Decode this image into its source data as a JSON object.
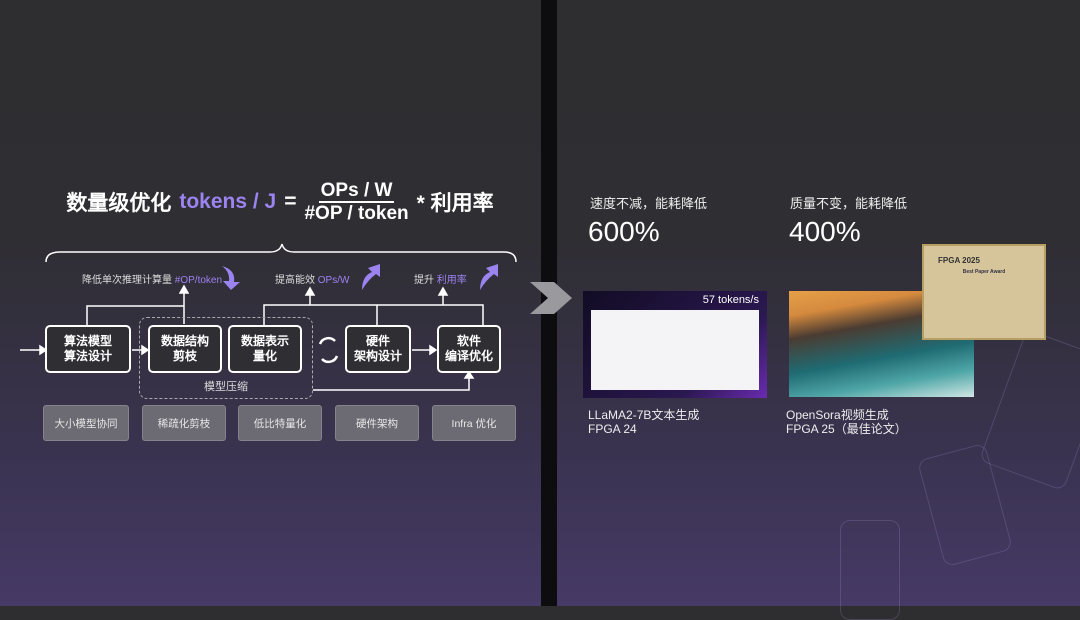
{
  "title": {
    "prefix": "数量级优化",
    "metric": "tokens / J",
    "equals": "=",
    "numerator": "OPs / W",
    "denominator": "#OP / token",
    "suffix": "* 利用率"
  },
  "goals": [
    {
      "text": "降低单次推理计算量",
      "highlight": "#OP/token",
      "arrow": "down"
    },
    {
      "text": "提高能效",
      "highlight": "OPs/W",
      "arrow": "up"
    },
    {
      "text": "提升",
      "highlight": "利用率",
      "arrow": "up"
    }
  ],
  "stages": [
    {
      "line1": "算法模型",
      "line2": "算法设计"
    },
    {
      "line1": "数据结构",
      "line2": "剪枝"
    },
    {
      "line1": "数据表示",
      "line2": "量化"
    },
    {
      "line1": "硬件",
      "line2": "架构设计"
    },
    {
      "line1": "软件",
      "line2": "编译优化"
    }
  ],
  "compression_label": "模型压缩",
  "techniques": [
    "大小模型协同",
    "稀疏化剪枝",
    "低比特量化",
    "硬件架构",
    "Infra 优化"
  ],
  "results": [
    {
      "headline": "速度不减，能耗降低",
      "value": "600%",
      "screen_text": "57 tokens/s",
      "caption1": "LLaMA2-7B文本生成",
      "caption2": "FPGA 24"
    },
    {
      "headline": "质量不变，能耗降低",
      "value": "400%",
      "caption1": "OpenSora视频生成",
      "caption2": "FPGA 25（最佳论文）",
      "cert_title": "FPGA 2025",
      "cert_award": "Best Paper Award"
    }
  ],
  "colors": {
    "accent": "#9b83f0"
  }
}
